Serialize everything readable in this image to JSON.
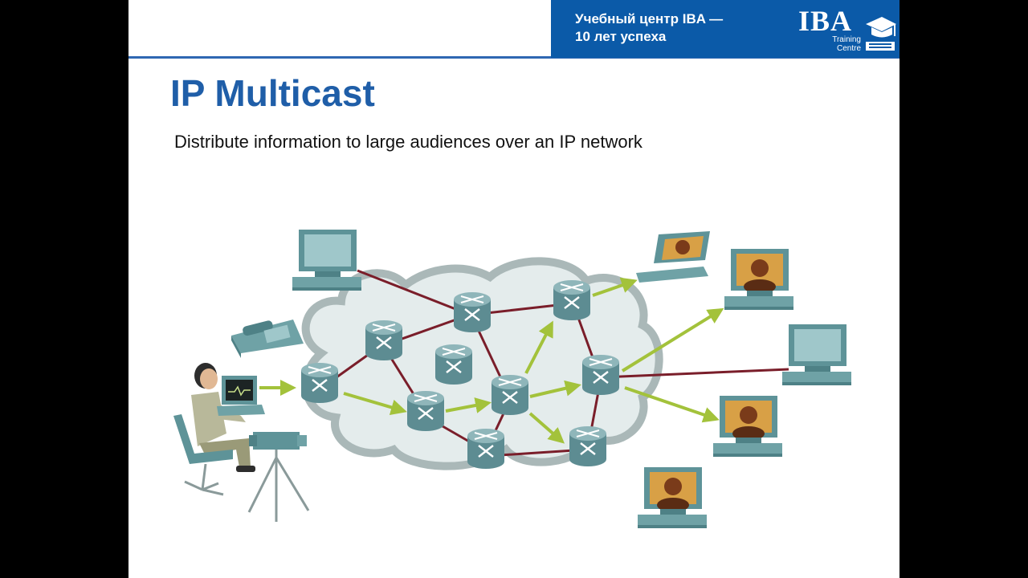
{
  "header": {
    "banner_line1": "Учебный центр IBA —",
    "banner_line2": "10 лет успеха",
    "logo_letters": "IBA",
    "logo_sub_line1": "Training",
    "logo_sub_line2": "Centre",
    "banner_color": "#0b5aa8"
  },
  "slide": {
    "title": "IP Multicast",
    "subtitle": "Distribute information to large audiences over an IP network"
  },
  "diagram": {
    "cloud_color": "#e4ecec",
    "router_color": "#5d8c92",
    "multicast_path_color": "#a3c23b",
    "link_color": "#7a1e2a",
    "icons": [
      "desktop-computer-icon",
      "telephone-icon",
      "presenter-person-icon",
      "video-camera-icon",
      "router-icon",
      "laptop-icon",
      "video-monitor-icon"
    ]
  }
}
